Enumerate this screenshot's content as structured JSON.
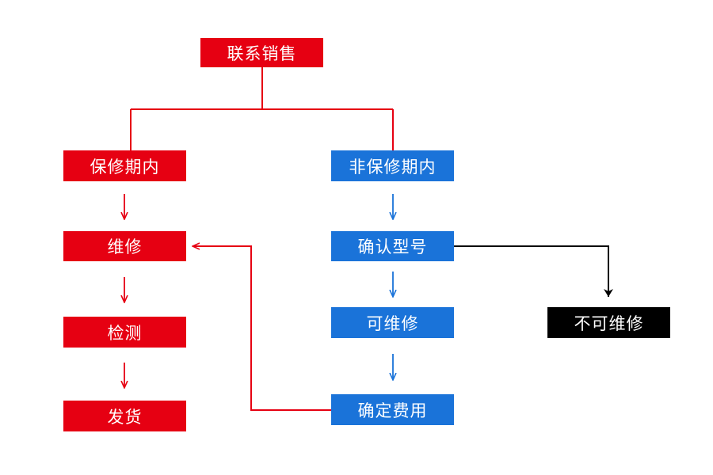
{
  "colors": {
    "red": "#e60012",
    "blue": "#1a73d9",
    "black": "#000000"
  },
  "nodes": {
    "contact_sales": "联系销售",
    "in_warranty": "保修期内",
    "out_of_warranty": "非保修期内",
    "repair": "维修",
    "inspect": "检测",
    "ship": "发货",
    "confirm_model": "确认型号",
    "repairable": "可维修",
    "not_repairable": "不可维修",
    "confirm_cost": "确定费用"
  }
}
